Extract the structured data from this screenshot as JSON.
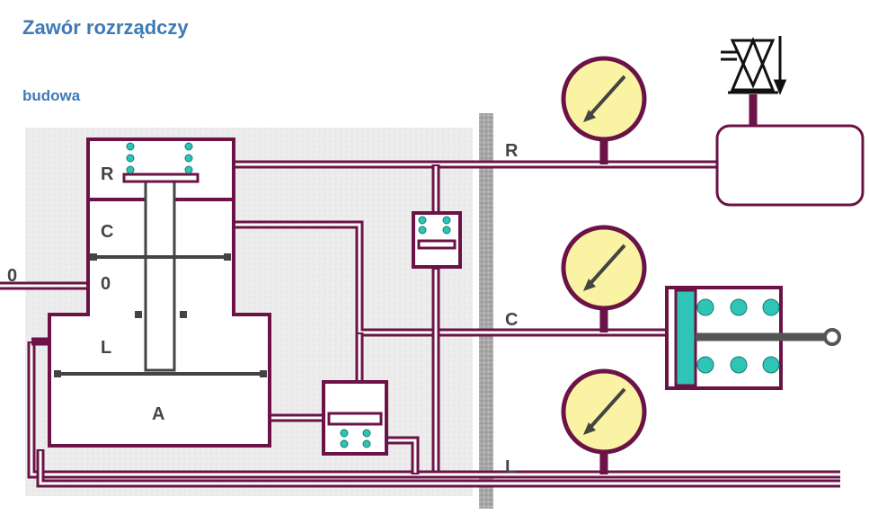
{
  "title": "Zawór rozrządczy",
  "subtitle": "budowa",
  "labels": {
    "chamber_r": "R",
    "chamber_c": "C",
    "chamber_0": "0",
    "chamber_l": "L",
    "chamber_a": "A",
    "port_0": "0",
    "line_r": "R",
    "line_c": "C",
    "line_l": "L"
  },
  "colors": {
    "pipe": "#6b1346",
    "gauge_face": "#fbf3a4",
    "spring": "#2ec4b6",
    "title": "#3f7ab5",
    "panel": "#ececec",
    "wall": "#999999"
  },
  "icons": {
    "gauge": "pressure-gauge-icon",
    "valve": "handbrake-valve-icon",
    "cylinder": "brake-cylinder-icon",
    "reservoir": "auxiliary-reservoir-icon"
  }
}
